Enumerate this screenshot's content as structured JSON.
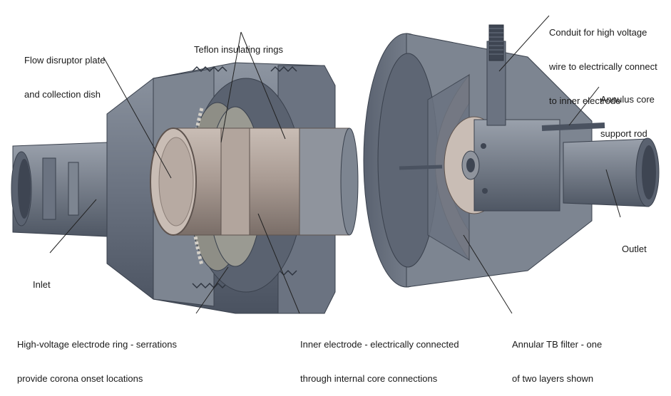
{
  "labels": {
    "flow_disruptor": [
      "Flow disruptor plate",
      "and collection dish"
    ],
    "teflon_rings": [
      "Teflon insulating rings"
    ],
    "conduit": [
      "Conduit for high voltage",
      "wire to electrically connect",
      "to inner electrode"
    ],
    "annulus_rod": [
      "Annulus core",
      "support rod"
    ],
    "inlet": [
      "Inlet"
    ],
    "outlet": [
      "Outlet"
    ],
    "hv_ring": [
      "High-voltage electrode ring - serrations",
      "provide corona onset locations"
    ],
    "inner_electrode": [
      "Inner electrode - electrically connected",
      "through internal core connections"
    ],
    "tb_filter": [
      "Annular TB filter - one",
      "of two layers shown"
    ]
  },
  "colors": {
    "steel_dark": "#4a5260",
    "steel_mid": "#6b7381",
    "steel_light": "#9aa1ac",
    "steel_cut": "#7d8591",
    "electrode_copper": "#a89a92",
    "electrode_light": "#c9bdb5",
    "teflon": "#8e8e86",
    "leader": "#222222"
  }
}
